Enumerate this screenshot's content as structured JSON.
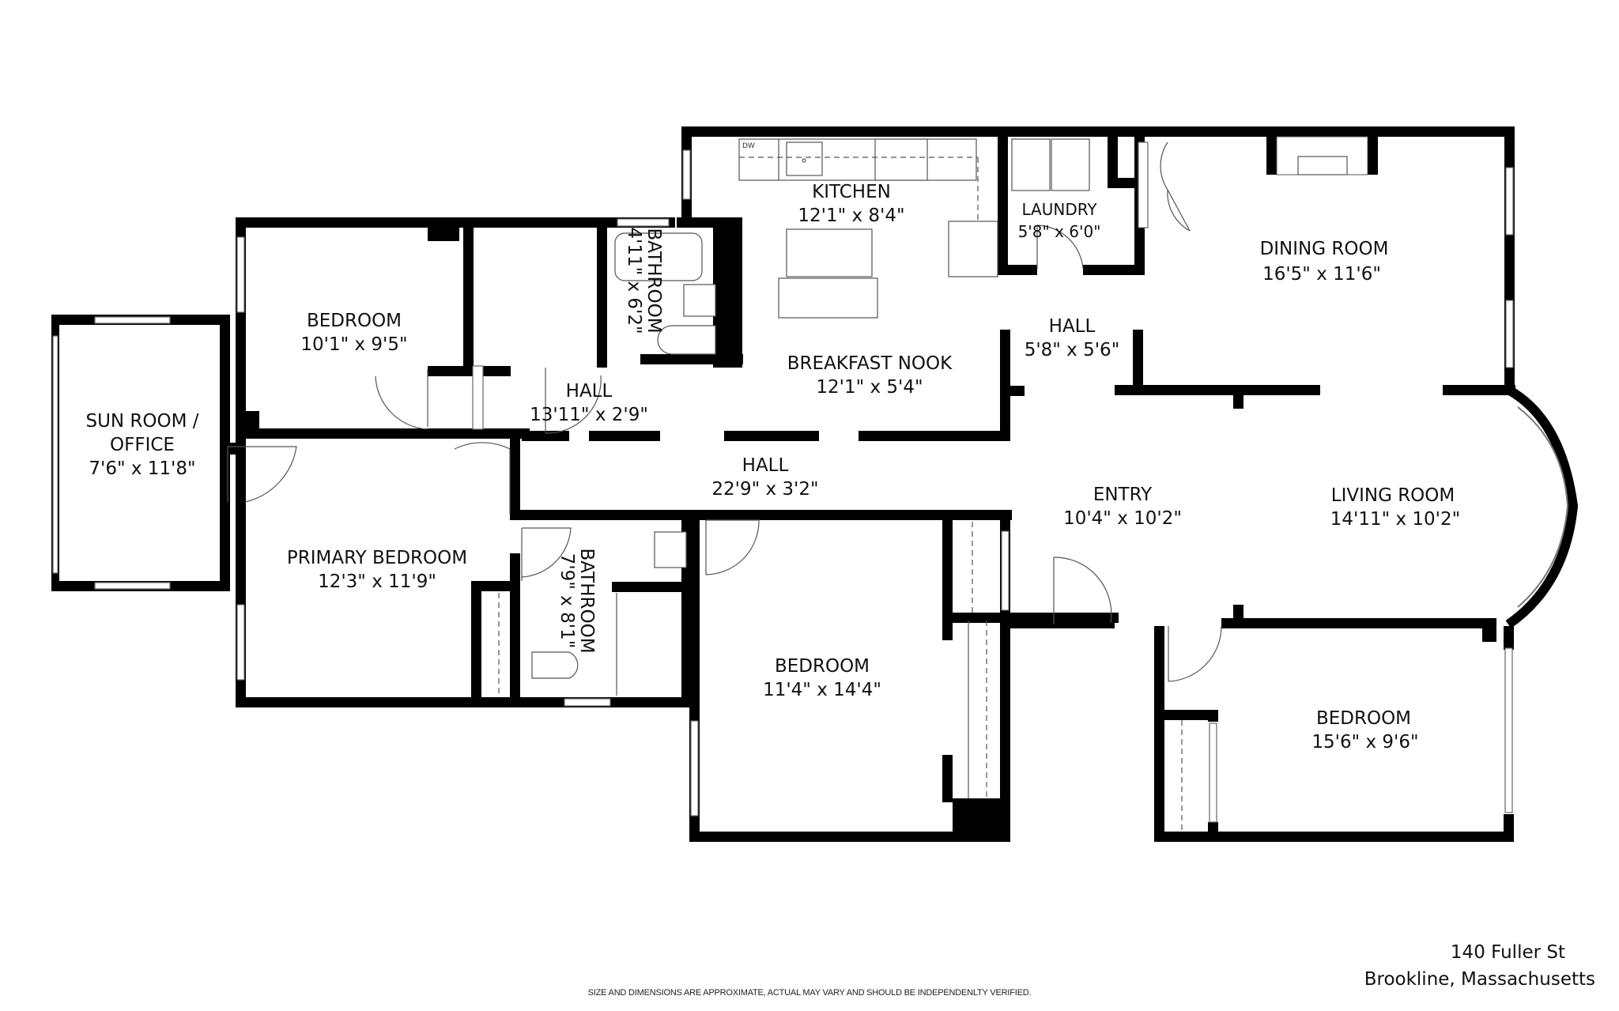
{
  "rooms": {
    "sun_room": {
      "name_line1": "SUN ROOM /",
      "name_line2": "OFFICE",
      "dims": "7'6\" x 11'8\""
    },
    "bedroom_nw": {
      "name": "BEDROOM",
      "dims": "10'1\" x 9'5\""
    },
    "bathroom_n": {
      "name": "BATHROOM",
      "dims": "4'11\" x 6'2\""
    },
    "kitchen": {
      "name": "KITCHEN",
      "dims": "12'1\" x 8'4\"",
      "appliance_label": "DW"
    },
    "laundry": {
      "name": "LAUNDRY",
      "dims": "5'8\" x 6'0\""
    },
    "dining_room": {
      "name": "DINING ROOM",
      "dims": "16'5\" x 11'6\""
    },
    "hall_small": {
      "name": "HALL",
      "dims": "5'8\" x 5'6\""
    },
    "breakfast_nook": {
      "name": "BREAKFAST NOOK",
      "dims": "12'1\" x 5'4\""
    },
    "hall_west": {
      "name": "HALL",
      "dims": "13'11\" x 2'9\""
    },
    "hall_main": {
      "name": "HALL",
      "dims": "22'9\" x 3'2\""
    },
    "entry": {
      "name": "ENTRY",
      "dims": "10'4\" x 10'2\""
    },
    "living_room": {
      "name": "LIVING ROOM",
      "dims": "14'11\" x 10'2\""
    },
    "primary_bedroom": {
      "name": "PRIMARY BEDROOM",
      "dims": "12'3\" x 11'9\""
    },
    "bathroom_s": {
      "name": "BATHROOM",
      "dims": "7'9\" x 8'1\""
    },
    "bedroom_s": {
      "name": "BEDROOM",
      "dims": "11'4\" x 14'4\""
    },
    "bedroom_se": {
      "name": "BEDROOM",
      "dims": "15'6\" x 9'6\""
    }
  },
  "address": {
    "line1": "140 Fuller St",
    "line2": "Brookline, Massachusetts"
  },
  "disclaimer": "SIZE AND DIMENSIONS ARE APPROXIMATE, ACTUAL MAY VARY AND SHOULD BE INDEPENDENLTY VERIFIED.",
  "colors": {
    "wall": "#000000",
    "background": "#ffffff",
    "fixture_line": "#555555"
  }
}
